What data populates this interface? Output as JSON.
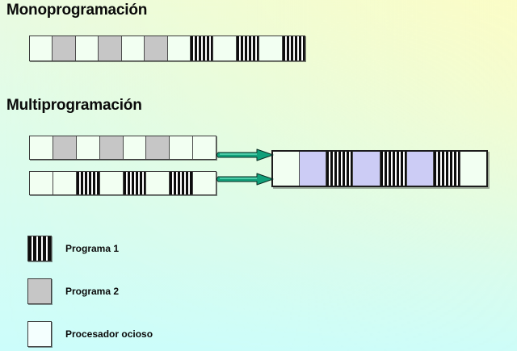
{
  "colors": {
    "bg_top_left": "#eafbe1",
    "bg_top_right": "#fcfcc4",
    "bg_bottom_left": "#ccfdfb",
    "bg_bottom_right": "#eafde4",
    "program1_stripe": "#0d0d0d",
    "program2_fill": "#c6c6c6",
    "idle_fill": "#f2fff2",
    "combined_fill": "#ccccf5",
    "arrow": "#11a07a",
    "border": "#3a3a3a",
    "text": "#0a0a0a"
  },
  "sections": {
    "mono": {
      "title": "Monoprogramación",
      "timeline": {
        "label": "monoprogramming-timeline",
        "cells": [
          {
            "type": "idle"
          },
          {
            "type": "prog2"
          },
          {
            "type": "idle"
          },
          {
            "type": "prog2"
          },
          {
            "type": "idle"
          },
          {
            "type": "prog2"
          },
          {
            "type": "idle"
          },
          {
            "type": "prog1"
          },
          {
            "type": "idle"
          },
          {
            "type": "prog1"
          },
          {
            "type": "idle"
          },
          {
            "type": "prog1"
          }
        ]
      }
    },
    "multi": {
      "title": "Multiprogramación",
      "input_program2": {
        "label": "multiprogramming-program2-timeline",
        "cells": [
          {
            "type": "idle"
          },
          {
            "type": "prog2"
          },
          {
            "type": "idle"
          },
          {
            "type": "prog2"
          },
          {
            "type": "idle"
          },
          {
            "type": "prog2"
          },
          {
            "type": "idle"
          },
          {
            "type": "idle"
          }
        ]
      },
      "input_program1": {
        "label": "multiprogramming-program1-timeline",
        "cells": [
          {
            "type": "idle"
          },
          {
            "type": "idle"
          },
          {
            "type": "prog1"
          },
          {
            "type": "idle"
          },
          {
            "type": "prog1"
          },
          {
            "type": "idle"
          },
          {
            "type": "prog1"
          },
          {
            "type": "idle"
          }
        ]
      },
      "combined": {
        "label": "multiprogramming-combined-timeline",
        "cells": [
          {
            "type": "idle"
          },
          {
            "type": "lav"
          },
          {
            "type": "prog1"
          },
          {
            "type": "lav"
          },
          {
            "type": "prog1"
          },
          {
            "type": "lav"
          },
          {
            "type": "prog1"
          },
          {
            "type": "idle"
          }
        ]
      },
      "arrows": [
        {
          "name": "arrow-program2-to-combined",
          "direction": "right"
        },
        {
          "name": "arrow-program1-to-combined",
          "direction": "right"
        }
      ]
    }
  },
  "legend": {
    "items": [
      {
        "swatch": "prog1",
        "label": "Programa 1"
      },
      {
        "swatch": "prog2",
        "label": "Programa 2"
      },
      {
        "swatch": "idle",
        "label": "Procesador ocioso"
      }
    ]
  }
}
